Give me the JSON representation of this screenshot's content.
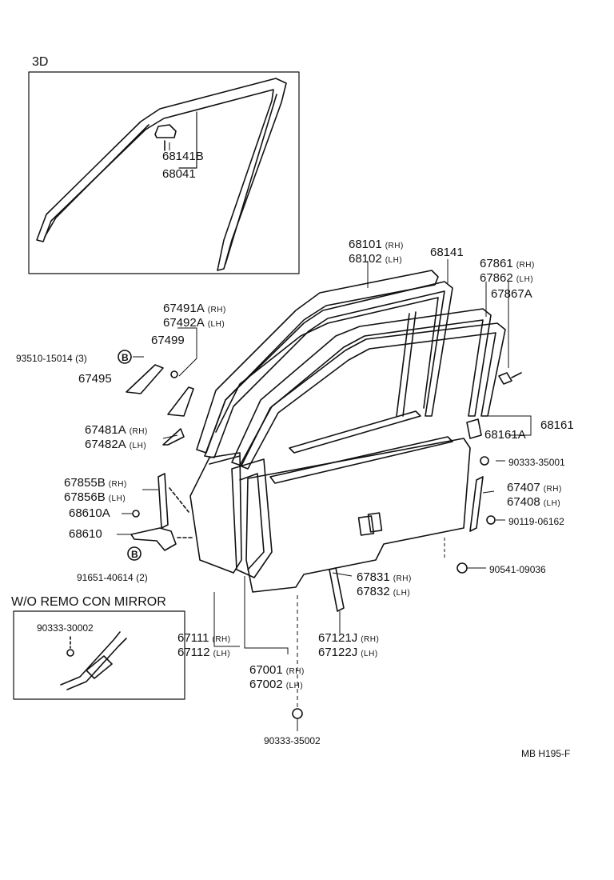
{
  "inset_3d": {
    "title": "3D",
    "parts": [
      "68141B",
      "68041"
    ]
  },
  "inset_wo": {
    "title": "W/O  REMO CON MIRROR",
    "part": "90333-30002"
  },
  "parts": {
    "p68101": "68101",
    "p68101_side": "(RH)",
    "p68102": "68102",
    "p68102_side": "(LH)",
    "p68141": "68141",
    "p67861": "67861",
    "p67861_side": "(RH)",
    "p67862": "67862",
    "p67862_side": "(LH)",
    "p67867A": "67867A",
    "p67491A": "67491A",
    "p67491A_side": "(RH)",
    "p67492A": "67492A",
    "p67492A_side": "(LH)",
    "p67499": "67499",
    "p93510": "93510-15014",
    "p93510_qty": "(3)",
    "p67495": "67495",
    "p67481A": "67481A",
    "p67481A_side": "(RH)",
    "p67482A": "67482A",
    "p67482A_side": "(LH)",
    "p68161": "68161",
    "p68161A": "68161A",
    "p90333_35001": "90333-35001",
    "p67855B": "67855B",
    "p67855B_side": "(RH)",
    "p67856B": "67856B",
    "p67856B_side": "(LH)",
    "p68610A": "68610A",
    "p68610": "68610",
    "p91651": "91651-40614",
    "p91651_qty": "(2)",
    "p67407": "67407",
    "p67407_side": "(RH)",
    "p67408": "67408",
    "p67408_side": "(LH)",
    "p90119": "90119-06162",
    "p90541": "90541-09036",
    "p67831": "67831",
    "p67831_side": "(RH)",
    "p67832": "67832",
    "p67832_side": "(LH)",
    "p67111": "67111",
    "p67111_side": "(RH)",
    "p67112": "67112",
    "p67112_side": "(LH)",
    "p67121J": "67121J",
    "p67121J_side": "(RH)",
    "p67122J": "67122J",
    "p67122J_side": "(LH)",
    "p67001": "67001",
    "p67001_side": "(RH)",
    "p67002": "67002",
    "p67002_side": "(LH)",
    "p90333_35002": "90333-35002",
    "bolt_marker": "B"
  },
  "footer": {
    "code": "MB  H195-F"
  }
}
